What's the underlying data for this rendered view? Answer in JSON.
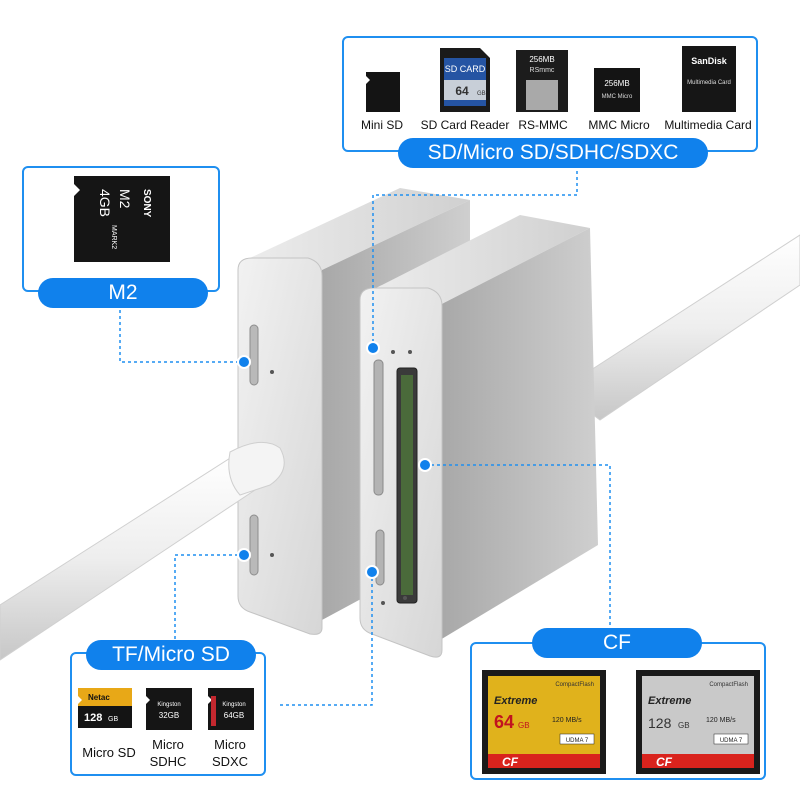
{
  "top_panel": {
    "label": "SD/Micro SD/SDHC/SDXC",
    "cards": [
      {
        "caption": "Mini SD"
      },
      {
        "caption": "SD Card Reader",
        "face_text": "SD CARD",
        "capacity": "64",
        "unit": "GB"
      },
      {
        "caption": "RS-MMC",
        "face_text": "256MB",
        "sub_text": "RSmmc"
      },
      {
        "caption": "MMC Micro",
        "face_text": "256MB",
        "sub_text": "MMC Micro"
      },
      {
        "caption": "Multimedia Card",
        "face_text": "SanDisk",
        "sub_text": "Multimedia Card"
      }
    ]
  },
  "m2_panel": {
    "label": "M2",
    "card": {
      "brand": "SONY",
      "type": "M2",
      "capacity": "4GB",
      "sub": "MARK2"
    }
  },
  "tf_panel": {
    "label": "TF/Micro SD",
    "cards": [
      {
        "caption": "Micro SD",
        "brand": "Netac",
        "capacity": "128",
        "unit": "GB",
        "color": "#e8a817"
      },
      {
        "caption_line1": "Micro",
        "caption_line2": "SDHC",
        "brand": "Kingston",
        "capacity": "32GB"
      },
      {
        "caption_line1": "Micro",
        "caption_line2": "SDXC",
        "brand": "Kingston",
        "capacity": "64GB"
      }
    ]
  },
  "cf_panel": {
    "label": "CF",
    "cards": [
      {
        "brand": "CompactFlash",
        "title": "Extreme",
        "capacity": "64",
        "unit": "GB",
        "speed": "120 MB/s",
        "udma": "UDMA 7",
        "badge": "CF",
        "color": "#e0b21c"
      },
      {
        "brand": "CompactFlash",
        "title": "Extreme",
        "capacity": "128",
        "unit": "GB",
        "speed": "120 MB/s",
        "udma": "UDMA 7",
        "badge": "CF",
        "color": "#c9c9c9"
      }
    ]
  },
  "colors": {
    "accent": "#1081ec",
    "panel_border": "#1f8ff0",
    "device": "#d9d9d9",
    "badge_red": "#d9231d"
  }
}
